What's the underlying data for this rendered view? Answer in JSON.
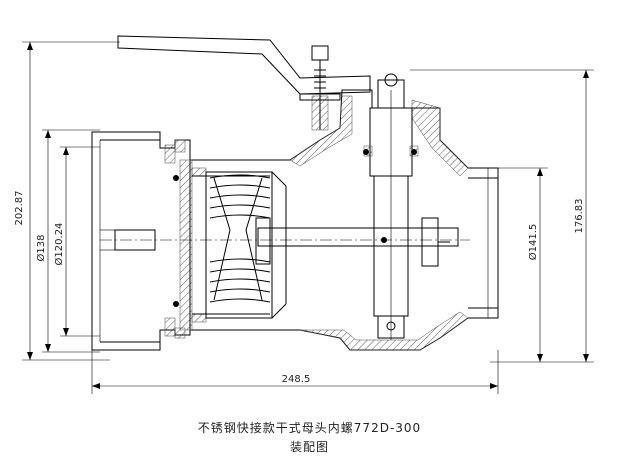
{
  "dimensions": {
    "overall_height": "202.87",
    "outer_diameter": "Ø138",
    "inner_diameter": "Ø120.24",
    "outlet_diameter": "Ø141.5",
    "right_height": "176.83",
    "overall_length": "248.5"
  },
  "caption": {
    "title": "不锈钢快接款干式母头内螺772D-300",
    "subtitle": "装配图"
  }
}
